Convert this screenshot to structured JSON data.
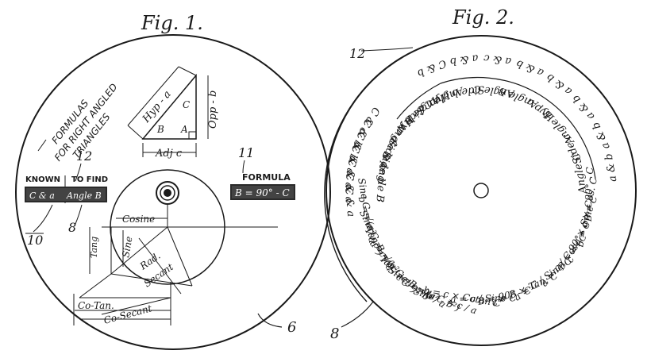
{
  "fig1": {
    "title": "Fig. 1.",
    "formulas_note": [
      "FORMULAS",
      "FOR RIGHT ANGLED",
      "TRIANGLES"
    ],
    "triangle": {
      "hyp": "Hyp - a",
      "opp": "Opp - b",
      "adj": "Adj c",
      "angle_a": "A",
      "angle_b": "B",
      "angle_c": "C"
    },
    "known_label": "KNOWN",
    "to_find_label": "TO FIND",
    "known_value": "C & a",
    "to_find_value": "Angle B",
    "formula_label": "FORMULA",
    "formula_value": "B = 90° - C",
    "trig_labels": {
      "cosine": "Cosine",
      "sine": "Sine",
      "tang": "Tang",
      "rad": "Rad.",
      "secant": "Secant",
      "cotan": "Co-Tan.",
      "cosecant": "Co-Secant"
    },
    "refs": {
      "r12": "12",
      "r11": "11",
      "r8": "8",
      "r10": "10",
      "r6": "6"
    }
  },
  "fig2": {
    "title": "Fig. 2.",
    "refs": {
      "r12": "12",
      "r8": "8"
    },
    "outer_ring": [
      "C & c",
      "C & b",
      "C & b",
      "C & a",
      "C & a",
      "C & a",
      "C & a"
    ],
    "inner_ring": [
      "Hyp. a",
      "Angle B",
      "Side c",
      "Hyp a",
      "Angle B",
      "Side c",
      "Side b",
      "Angle B"
    ],
    "top_outer": [
      "C & b",
      "a & b",
      "a & c",
      "a & b",
      "a & b",
      "a & b",
      "a & b",
      "a & b"
    ],
    "top_inner": [
      "Angle C",
      "Side b",
      "Angle C",
      "Angle B",
      "Hyp a",
      "Angle B",
      "Side c",
      "Angle C"
    ],
    "formulas_right": [
      "B = 90° - C",
      "b = a × Cos. C",
      "c = a × Sine C",
      "B = 90° - C",
      "a = c / Cos. C"
    ],
    "formulas_bottom": [
      "a = C / Sine C",
      "c = B × Tan. C",
      "B = 90° - C",
      "a = c / Sine C",
      "b = c × Cotan C"
    ],
    "formulas_left": [
      "Sine C = c / a",
      "C = √(a² - b²)",
      "Sine B = b / a",
      "Tan C = c / b",
      "a = √(c² + b²)",
      "Tan B = b / c",
      "Sine C = c / a",
      "b = √(a² - c²)",
      "Sine C = c / a"
    ]
  }
}
